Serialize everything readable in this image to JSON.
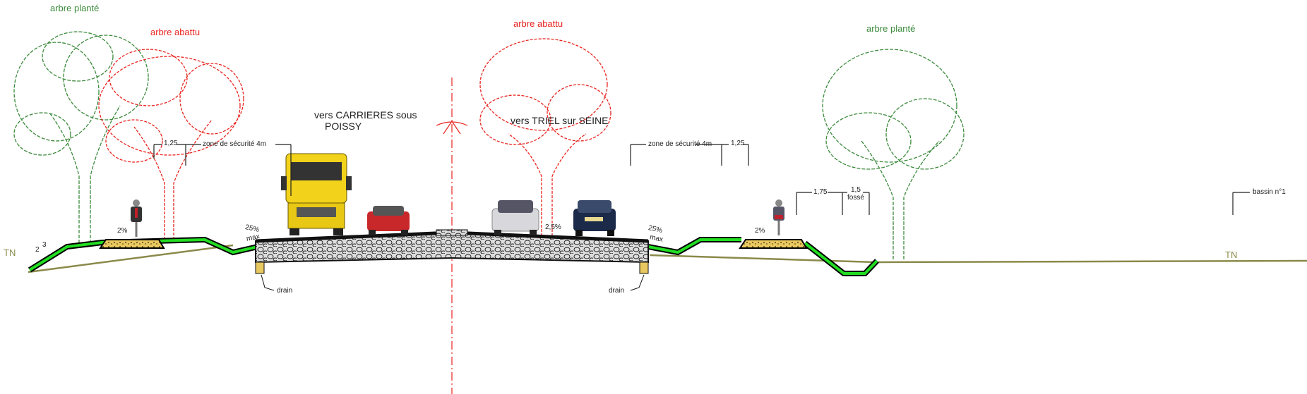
{
  "trees": {
    "left_planted": "arbre planté",
    "left_felled": "arbre abattu",
    "center_felled": "arbre abattu",
    "right_planted": "arbre planté"
  },
  "directions": {
    "left_line1": "vers CARRIERES sous",
    "left_line2": "POISSY",
    "right": "vers TRIEL sur SEINE"
  },
  "dimensions": {
    "left_offset": "1,25",
    "left_safety": "zone de sécurité 4m",
    "right_safety": "zone de sécurité 4m",
    "right_offset": "1,25",
    "verge": "1,75",
    "ditch_width": "1,5",
    "ditch_label": "fossé",
    "basin": "bassin n°1"
  },
  "slopes": {
    "left_cycle": "2%",
    "left_bank": "25%",
    "left_bank_max": "max",
    "road": "2,5%",
    "right_bank": "25%",
    "right_bank_max": "max",
    "right_cycle": "2%",
    "left_embank_a": "2",
    "left_embank_b": "3"
  },
  "ground": {
    "left": "TN",
    "right": "TN"
  },
  "drains": {
    "left": "drain",
    "right": "drain"
  },
  "colors": {
    "planted": "#3c8a3c",
    "felled": "#e8231f",
    "profile": "#22dd22",
    "ground": "#8a8a4a"
  }
}
